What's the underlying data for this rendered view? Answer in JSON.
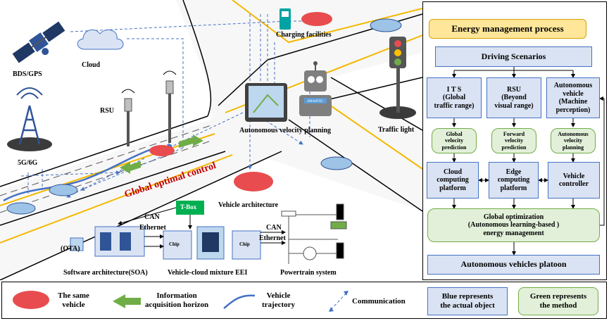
{
  "scene": {
    "labels": {
      "bds_gps": "BDS/GPS",
      "cloud": "Cloud",
      "charging": "Charging facilities",
      "rsu": "RSU",
      "network": "5G/6G",
      "autonomous_velocity_planning": "Autonomous velocity planning",
      "traffic_light": "Traffic light",
      "global_optimal_control": "Global optimal control",
      "vehicle_architecture": "Vehicle architecture",
      "tbox": "T-Box",
      "can_left": "CAN",
      "ethernet_left": "Ethernet",
      "can_right": "CAN",
      "ethernet_right": "Ethernet",
      "ota": "(OTA)",
      "chip_left": "Chip",
      "chip_right": "Chip",
      "soa": "Software architecture(SOA)",
      "eei": "Vehicle-cloud mixture EEI",
      "powertrain": "Powertrain system",
      "robot_badge": "SMARTEC"
    }
  },
  "flow": {
    "title": "Energy management process",
    "driving_scenarios": "Driving Scenarios",
    "its": [
      "I T S",
      "(Global",
      "traffic range)"
    ],
    "rsu": [
      "RSU",
      "(Beyond",
      "visual range)"
    ],
    "av": [
      "Autonomous",
      "vehicle",
      "(Machine",
      "perception)"
    ],
    "gvp": [
      "Global",
      "velocity",
      "prediction"
    ],
    "fvp": [
      "Forward",
      "velocity",
      "prediction"
    ],
    "avp": [
      "Autonomous",
      "velocity",
      "planning"
    ],
    "cloud_cp": [
      "Cloud",
      "computing",
      "platform"
    ],
    "edge_cp": [
      "Edge",
      "computing",
      "platform"
    ],
    "vc": [
      "Vehicle",
      "controller"
    ],
    "global_opt": [
      "Global optimization",
      "(Autonomous learning-based )",
      "energy management"
    ],
    "platoon": "Autonomous vehicles platoon"
  },
  "legend": {
    "same_vehicle": [
      "The same",
      "vehicle"
    ],
    "info_horizon": [
      "Information",
      "acquisition horizon"
    ],
    "trajectory": [
      "Vehicle",
      "trajectory"
    ],
    "communication": "Communication",
    "blue_note": [
      "Blue represents",
      "the actual object"
    ],
    "green_note": [
      "Green represents",
      "the method"
    ]
  },
  "colors": {
    "blue_fill": "#dae3f3",
    "blue_border": "#4472c4",
    "green_fill": "#e2f0d9",
    "green_border": "#70ad47",
    "title_fill": "#ffe699",
    "title_border": "#d6a300",
    "car_red": "#e84c4f",
    "road_gray": "#f2f2f2",
    "lane_yellow": "#f5b800",
    "control_text": "#c00000"
  }
}
